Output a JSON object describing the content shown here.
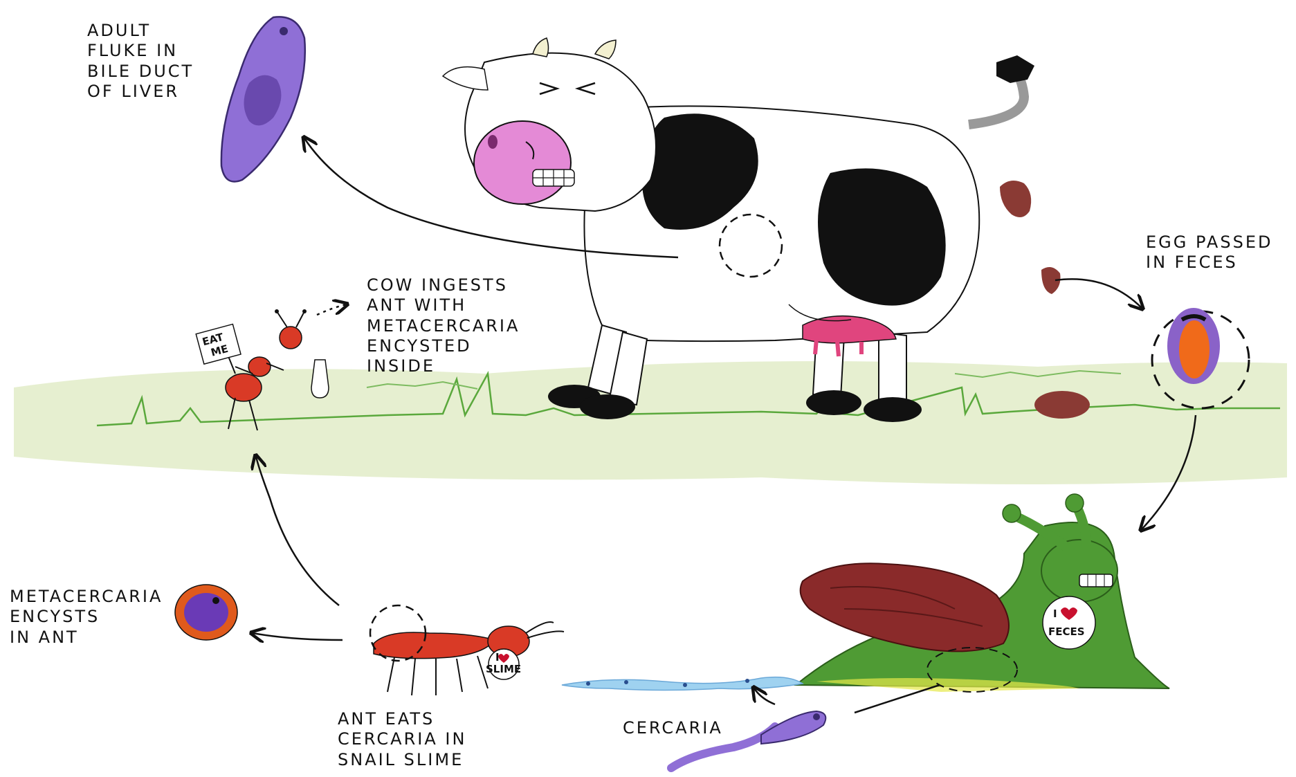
{
  "labels": {
    "adult_fluke": "ADULT\nFLUKE IN\nBILE DUCT\nOF LIVER",
    "egg_passed": "EGG PASSED\nIN FECES",
    "cow_ingests": "COW INGESTS\nANT WITH\nMETACERCARIA\nENCYSTED\nINSIDE",
    "metacercaria": "METACERCARIA\nENCYSTS\nIN ANT",
    "ant_eats": "ANT EATS\nCERCARIA IN\nSNAIL SLIME",
    "cercaria": "CERCARIA"
  },
  "sign_text": {
    "line1": "EAT",
    "line2": "ME"
  },
  "snail_badge": {
    "line1": "I",
    "line2": "FECES"
  },
  "ant_badge": {
    "line1": "I",
    "line2": "SLIME"
  },
  "colors": {
    "grass": "#5aa83c",
    "ground": "#e2ecc8",
    "cow_spot": "#111111",
    "cow_nose": "#e48ad6",
    "udder": "#e0457e",
    "fluke": "#8f6fd6",
    "ant": "#d93a26",
    "snail_body": "#4f9b34",
    "snail_shell": "#8a2a2a",
    "egg_fill": "#8a62c8",
    "metacercaria_ring": "#e05a1c",
    "slime": "#9fd2f0",
    "feces": "#8a3a34"
  }
}
